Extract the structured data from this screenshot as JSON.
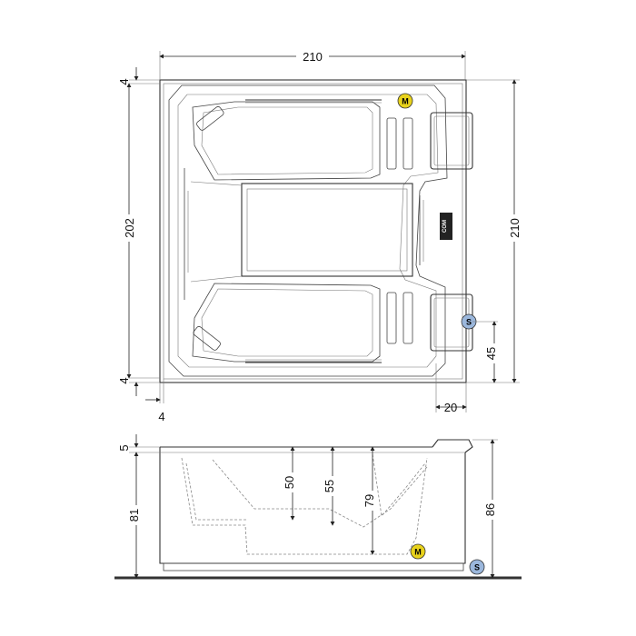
{
  "plan_view": {
    "dimensions": {
      "top_width": "210",
      "left_height": "202",
      "right_height": "210",
      "top_margin": "4",
      "bottom_margin": "4",
      "left_margin": "4",
      "jet_spacing": "45",
      "right_offset": "20"
    },
    "markers": {
      "m_label": "M",
      "s_label": "S",
      "com_label": "COM"
    }
  },
  "side_view": {
    "dimensions": {
      "rim": "5",
      "depth_1": "50",
      "depth_2": "55",
      "depth_3": "79",
      "height_left": "81",
      "height_right": "86"
    },
    "markers": {
      "m_label": "M",
      "s_label": "S"
    }
  },
  "colors": {
    "m_marker": "#e8d21c",
    "s_marker": "#9bb7dc",
    "com_box": "#222222",
    "line": "#444444",
    "floor": "#333333"
  }
}
